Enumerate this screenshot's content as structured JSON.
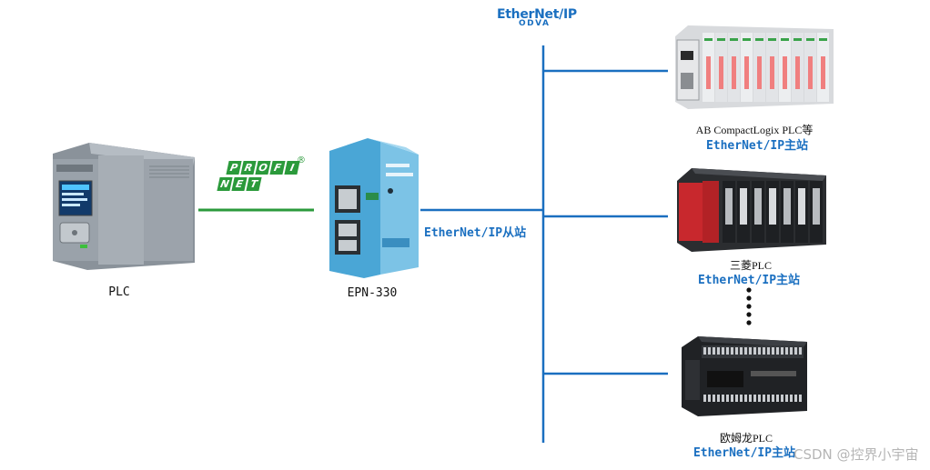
{
  "colors": {
    "accent_blue": "#1a6fc0",
    "profinet_green": "#2b9a3b",
    "text_dark": "#111111"
  },
  "protocol_logo": {
    "wordmark": "EtherNet/IP",
    "sub": "ODVA"
  },
  "profinet_logo": {
    "row1": [
      "P",
      "R",
      "O",
      "F",
      "I"
    ],
    "row2": [
      "N",
      "E",
      "T"
    ],
    "mark": "®"
  },
  "devices": {
    "plc": {
      "label": "PLC"
    },
    "gateway": {
      "label": "EPN-330",
      "role": "EtherNet/IP从站"
    },
    "masters": [
      {
        "name": "AB CompactLogix PLC等",
        "role": "EtherNet/IP主站"
      },
      {
        "name": "三菱PLC",
        "role": "EtherNet/IP主站"
      },
      {
        "name": "欧姆龙PLC",
        "role": "EtherNet/IP主站"
      }
    ]
  },
  "watermark": "CSDN @控界小宇宙"
}
